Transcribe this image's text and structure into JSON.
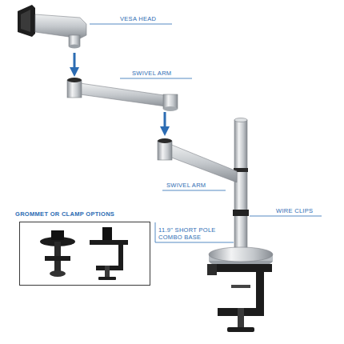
{
  "diagram": {
    "nodes": [
      {
        "text": [
          "GROMMET OR CLAMP OPTIONS"
        ]
      }
    ],
    "labels": [
      "VESA HEAD",
      "SWIVEL ARM",
      "SWIVEL ARM",
      "WIRE CLIPS",
      "11.9\" SHORT POLE COMBO BASE"
    ]
  }
}
